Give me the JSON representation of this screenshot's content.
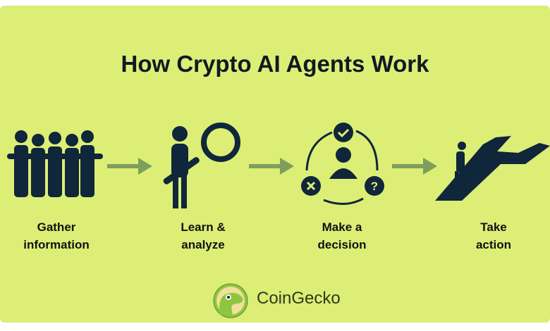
{
  "title": "How Crypto AI Agents Work",
  "steps": [
    {
      "line1": "Gather",
      "line2": "information",
      "icon": "group-of-people-icon"
    },
    {
      "line1": "Learn &",
      "line2": "analyze",
      "icon": "person-with-magnifier-icon"
    },
    {
      "line1": "Make a",
      "line2": "decision",
      "icon": "decision-cycle-icon"
    },
    {
      "line1": "Take",
      "line2": "action",
      "icon": "person-climbing-arrow-icon"
    }
  ],
  "brand": "CoinGecko",
  "colors": {
    "background": "#dcee76",
    "icon": "#10263a",
    "arrow": "#7d9f5c"
  }
}
